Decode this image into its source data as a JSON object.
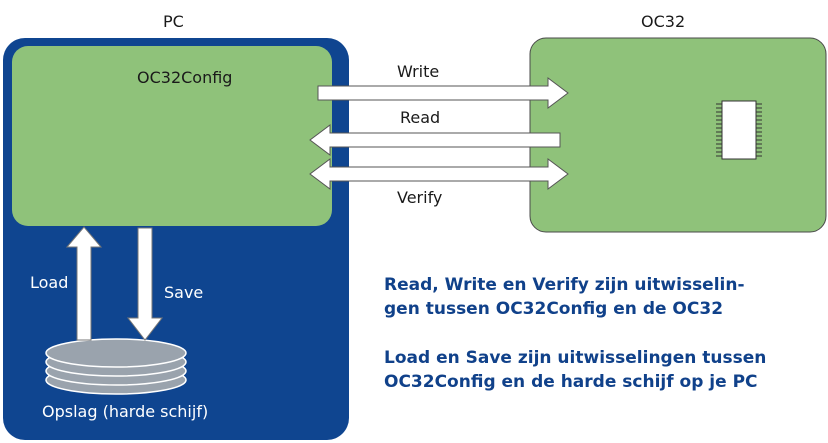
{
  "pc": {
    "title": "PC",
    "app_label": "OC32Config",
    "storage_label": "Opslag (harde schijf)"
  },
  "oc32": {
    "title": "OC32"
  },
  "arrows": {
    "write": "Write",
    "read": "Read",
    "verify": "Verify",
    "load": "Load",
    "save": "Save"
  },
  "notes": {
    "line1": "Read, Write en Verify zijn uitwisselin-",
    "line2": "gen tussen OC32Config en de OC32",
    "line3": "Load en Save zijn uitwisselingen tussen",
    "line4": "OC32Config en de harde schijf op je PC"
  },
  "colors": {
    "pc_blue": "#0f4590",
    "board_green": "#8fc27a",
    "note_blue": "#10418a"
  }
}
